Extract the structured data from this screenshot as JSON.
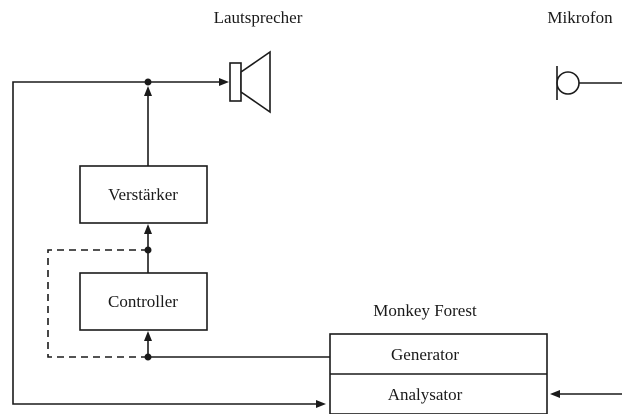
{
  "labels": {
    "lautsprecher": "Lautsprecher",
    "mikrofon": "Mikrofon",
    "verstaerker": "Verstärker",
    "controller": "Controller",
    "monkey_forest": "Monkey Forest",
    "generator": "Generator",
    "analysator": "Analysator"
  },
  "colors": {
    "line": "#1a1a1a",
    "background": "#ffffff"
  }
}
